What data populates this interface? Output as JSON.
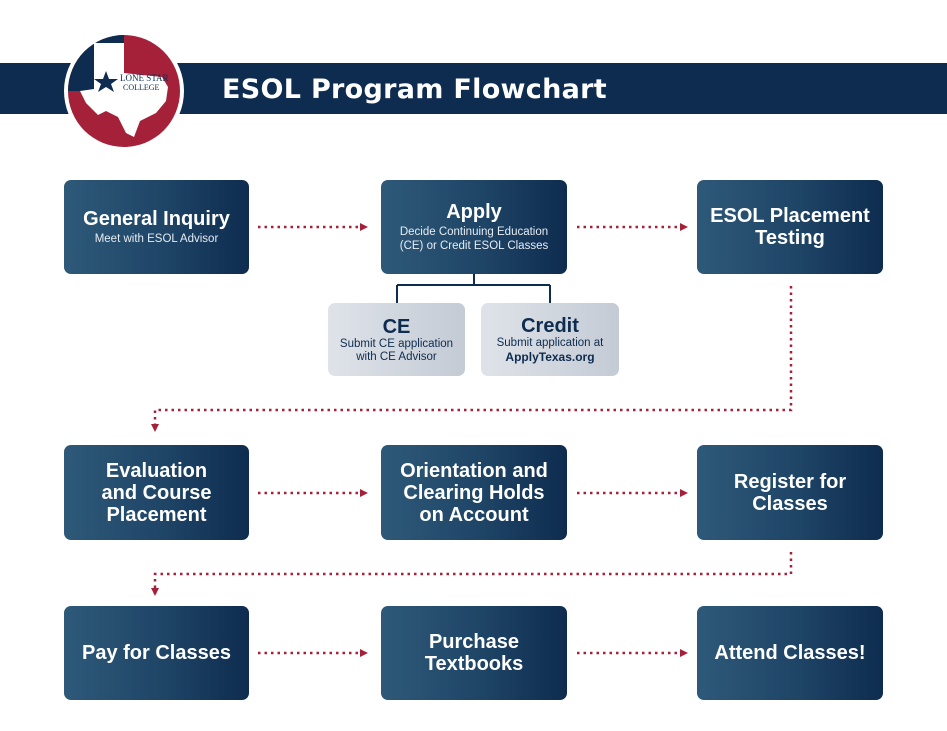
{
  "header": {
    "title": "ESOL Program Flowchart",
    "logo_text_line1": "LONE STAR",
    "logo_text_line2": "COLLEGE"
  },
  "colors": {
    "navy": "#0e2c4f",
    "red": "#a5213a",
    "gray": "#c4cbd5"
  },
  "steps": {
    "general_inquiry": {
      "title": "General Inquiry",
      "sub": "Meet with ESOL Advisor"
    },
    "apply": {
      "title": "Apply",
      "sub": "Decide Continuing Education\n(CE) or Credit ESOL Classes"
    },
    "placement_testing": {
      "title": "ESOL Placement\nTesting"
    },
    "ce": {
      "title": "CE",
      "sub": "Submit CE application\nwith CE Advisor"
    },
    "credit": {
      "title": "Credit",
      "sub": "Submit application at",
      "url": "ApplyTexas.org"
    },
    "evaluation": {
      "title": "Evaluation\nand Course\nPlacement"
    },
    "orientation": {
      "title": "Orientation and\nClearing Holds\non Account"
    },
    "register": {
      "title": "Register for\nClasses"
    },
    "pay": {
      "title": "Pay for Classes"
    },
    "textbooks": {
      "title": "Purchase\nTextbooks"
    },
    "attend": {
      "title": "Attend Classes!"
    }
  }
}
